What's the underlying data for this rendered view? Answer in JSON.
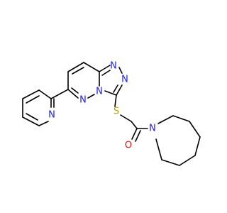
{
  "molecule": {
    "colors": {
      "bond": "#000000",
      "nitrogen": "#1f1fe0",
      "sulfur": "#b8a000",
      "oxygen": "#e01010"
    },
    "atoms": {
      "n_triazole_top": "N",
      "n_triazole_right": "N",
      "n_bridge": "N",
      "n_pyridazine": "N",
      "n_pyridine": "N",
      "s_thioether": "S",
      "o_carbonyl": "O",
      "n_azepane": "N"
    }
  }
}
